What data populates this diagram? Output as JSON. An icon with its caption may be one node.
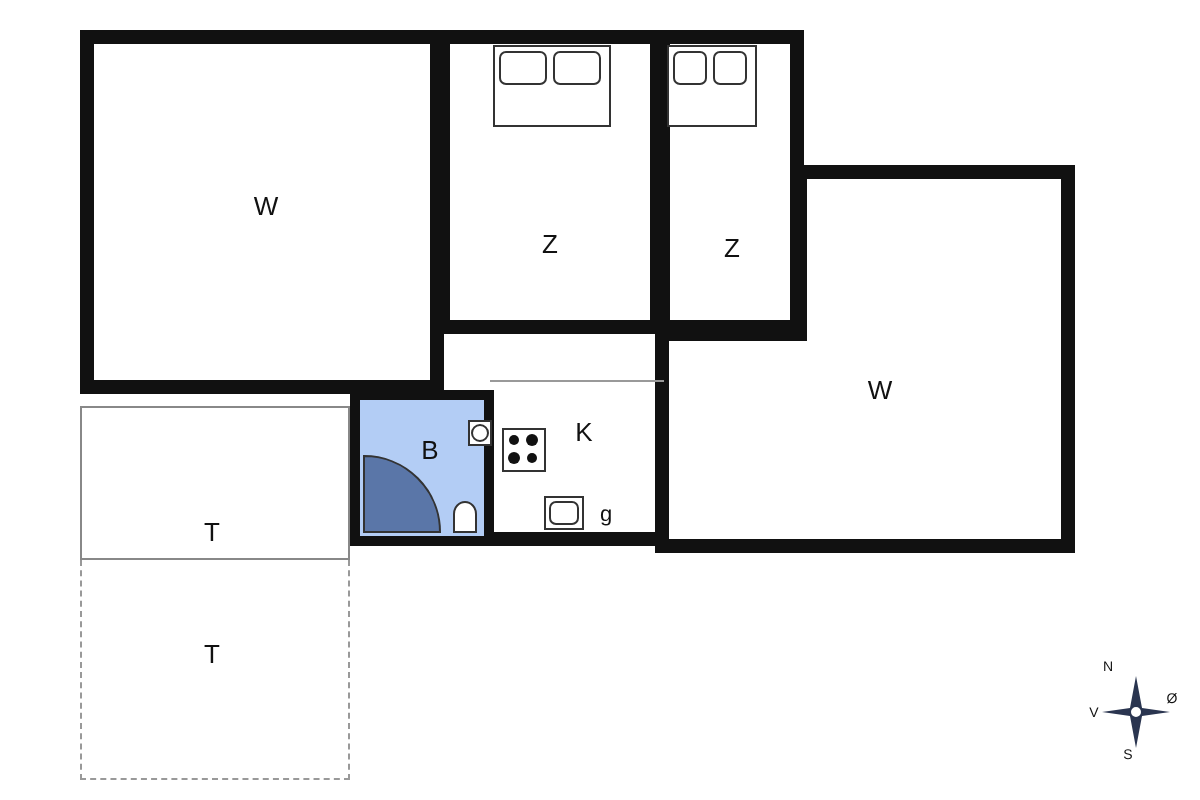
{
  "diagram": {
    "nodes": [
      {
        "text": [
          "W"
        ]
      },
      {
        "text": [
          "Z"
        ]
      },
      {
        "text": [
          "Z"
        ]
      },
      {
        "text": [
          "W"
        ]
      },
      {
        "text": [
          "B"
        ]
      },
      {
        "text": [
          "K"
        ]
      },
      {
        "text": [
          "T"
        ]
      },
      {
        "text": [
          "T"
        ]
      }
    ],
    "labels": [
      "g",
      "N",
      "Ø",
      "V",
      "S"
    ]
  }
}
